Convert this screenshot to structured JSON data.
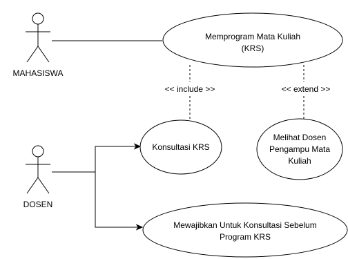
{
  "actors": {
    "mahasiswa": {
      "label": "MAHASISWA"
    },
    "dosen": {
      "label": "DOSEN"
    }
  },
  "use_cases": {
    "memprogram": {
      "lines": [
        "Memprogram Mata Kuliah",
        "(KRS)"
      ]
    },
    "konsultasi": {
      "lines": [
        "Konsultasi KRS"
      ]
    },
    "melihat_dosen": {
      "lines": [
        "Melihat Dosen",
        "Pengampu Mata",
        "Kuliah"
      ]
    },
    "mewajibkan": {
      "lines": [
        "Mewajibkan Untuk Konsultasi Sebelum",
        "Program KRS"
      ]
    }
  },
  "relations": {
    "include_label": "<< include >>",
    "extend_label": "<< extend >>"
  }
}
